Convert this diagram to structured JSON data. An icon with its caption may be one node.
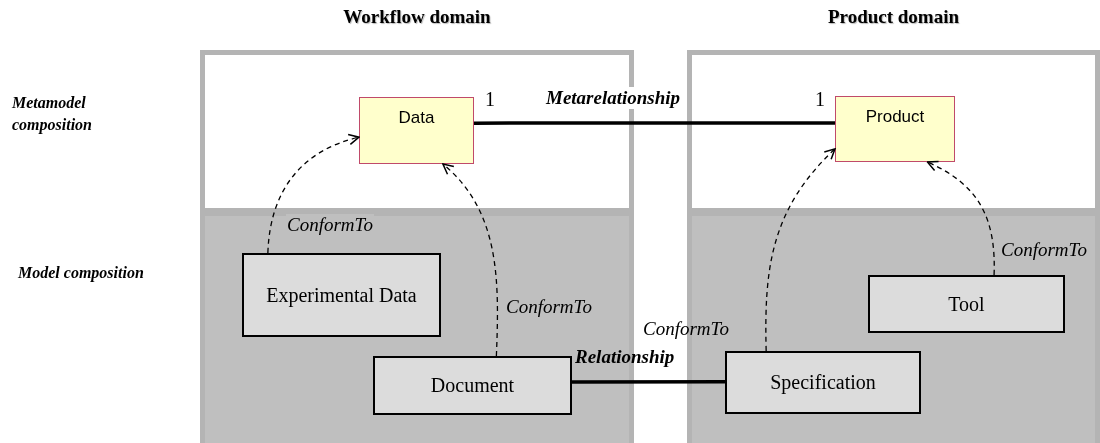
{
  "diagram": {
    "nodes": [
      {
        "text": [
          "Workflow domain"
        ]
      },
      {
        "text": [
          "Data"
        ],
        "in": 0,
        "beside": [
          "1"
        ]
      },
      {
        "text": [
          "Experimental Data"
        ],
        "in": 0
      },
      {
        "text": [
          "Document"
        ],
        "in": 0
      },
      {
        "text": [
          "Product domain"
        ]
      },
      {
        "text": [
          "Product"
        ],
        "in": 4,
        "beside": [
          "1"
        ]
      },
      {
        "text": [
          "Specification"
        ],
        "in": 4
      },
      {
        "text": [
          "Tool"
        ],
        "in": 4
      }
    ],
    "edges": [
      {
        "from": 1,
        "to": 5,
        "arrow": "none",
        "label": "Metarelationship",
        "style": "thick"
      },
      {
        "from": 2,
        "to": 1,
        "arrow": "to",
        "label": "ConformTo",
        "style": "dashed"
      },
      {
        "from": 3,
        "to": 1,
        "arrow": "to",
        "label": "ConformTo",
        "style": "dashed"
      },
      {
        "from": 6,
        "to": 5,
        "arrow": "to",
        "label": "ConformTo",
        "style": "dashed"
      },
      {
        "from": 7,
        "to": 5,
        "arrow": "to",
        "label": "ConformTo",
        "style": "dashed"
      },
      {
        "from": 3,
        "to": 6,
        "arrow": "none",
        "label": "Relationship",
        "style": "thick"
      }
    ],
    "labels": [
      "Metamodel composition",
      "Model composition"
    ]
  }
}
